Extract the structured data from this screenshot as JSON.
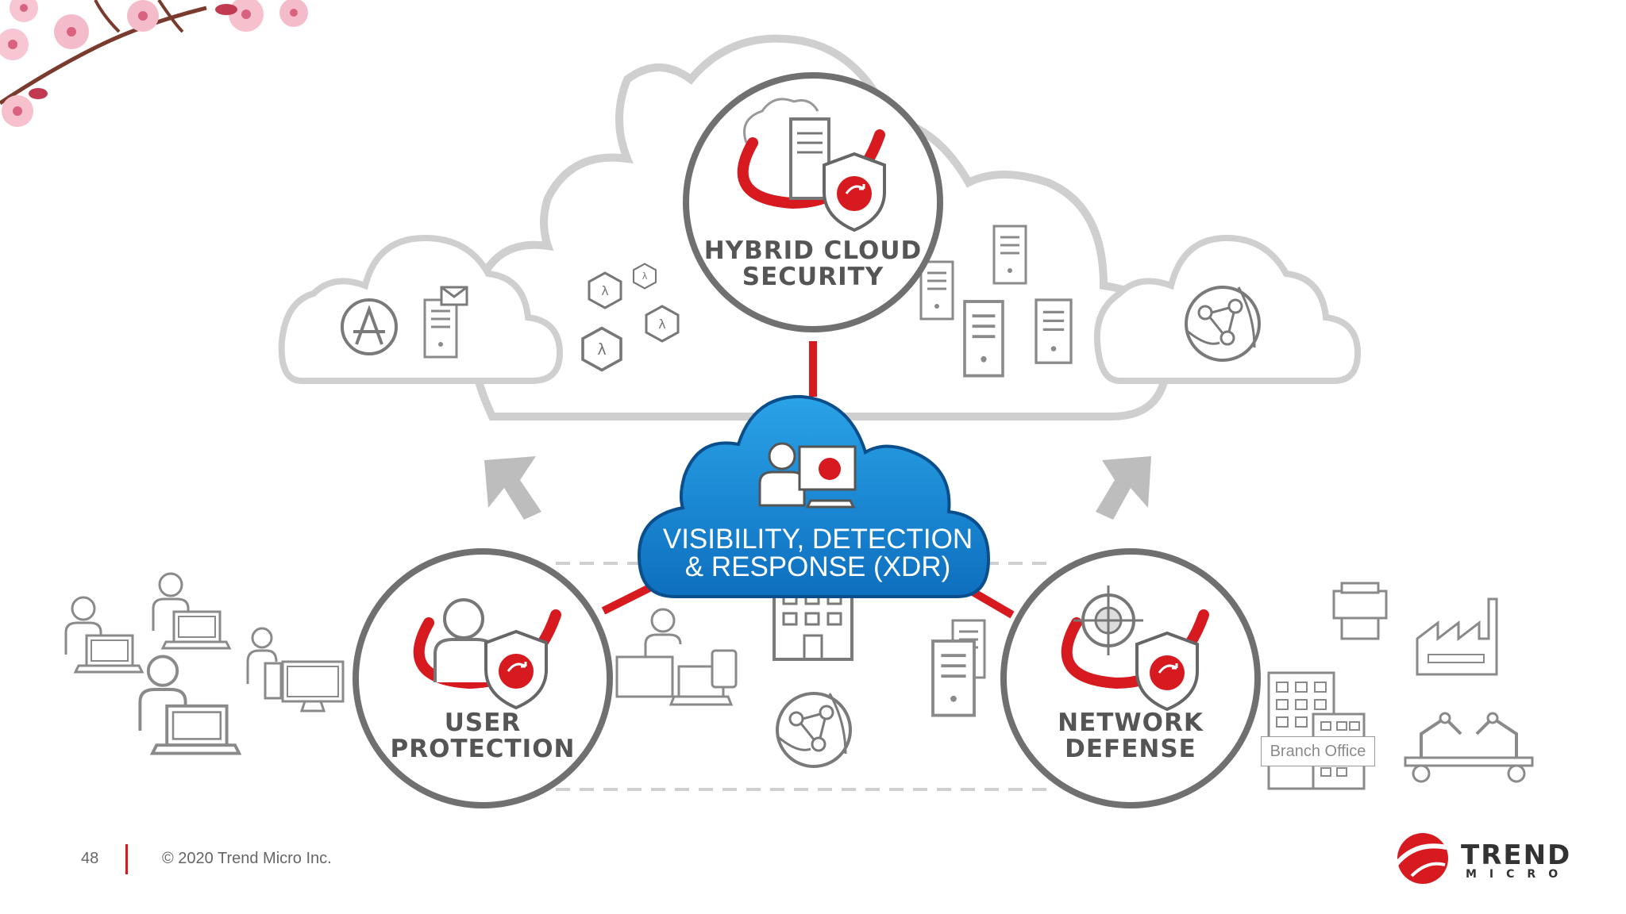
{
  "diagram": {
    "hub": {
      "line1": "VISIBILITY, DETECTION",
      "line2": "& RESPONSE (XDR)"
    },
    "nodes": {
      "hybrid_cloud": {
        "line1": "HYBRID CLOUD",
        "line2": "SECURITY"
      },
      "user_protection": {
        "line1": "USER",
        "line2": "PROTECTION"
      },
      "network_defense": {
        "line1": "NETWORK",
        "line2": "DEFENSE"
      }
    },
    "branch_office_label": "Branch Office",
    "icons": [
      "cherry-blossom-branch",
      "app-store-icon",
      "mail-icon",
      "server-icon",
      "lambda-icon",
      "globe-network-icon",
      "user-laptop-icon",
      "user-desktop-icon",
      "building-icon",
      "printer-icon",
      "factory-icon",
      "robot-arm-icon",
      "target-icon",
      "shield-icon"
    ]
  },
  "footer": {
    "page_number": "48",
    "copyright": "© 2020 Trend Micro Inc."
  },
  "logo": {
    "line1": "TREND",
    "line2": "MICRO"
  },
  "colors": {
    "accent_red": "#d71920",
    "xdr_blue": "#1a8fd6",
    "outline_gray": "#c8c8c8",
    "ring_gray": "#707070",
    "text_gray": "#555555"
  }
}
